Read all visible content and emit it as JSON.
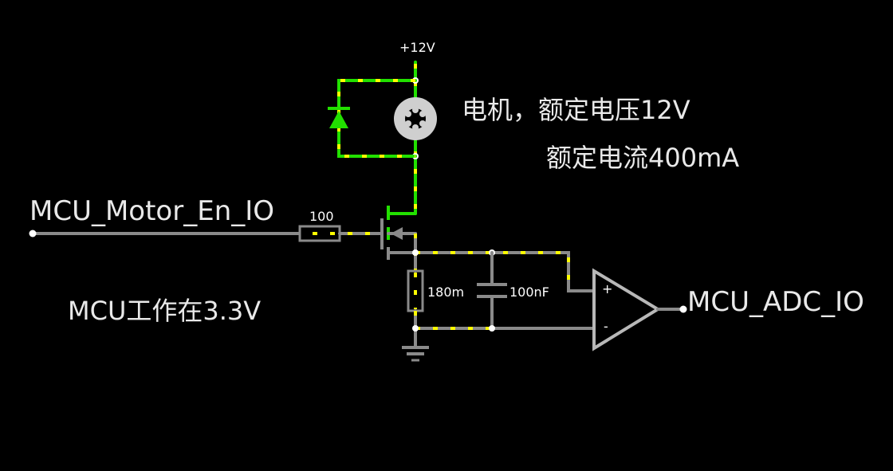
{
  "labels": {
    "supply": "+12V",
    "input_signal": "MCU_Motor_En_IO",
    "gate_resistor": "100",
    "sense_resistor": "180m",
    "filter_cap": "100nF",
    "output_signal": "MCU_ADC_IO",
    "opamp_plus": "+",
    "opamp_minus": "-"
  },
  "notes": {
    "motor_rating_1": "电机，额定电压12V",
    "motor_rating_2": "额定电流400mA",
    "mcu_voltage": "MCU工作在3.3V"
  },
  "colors": {
    "background": "#000000",
    "wire_idle": "#8a8a8a",
    "wire_active": "#22e000",
    "current_dots": "#ffff00",
    "diode": "#22e000"
  }
}
